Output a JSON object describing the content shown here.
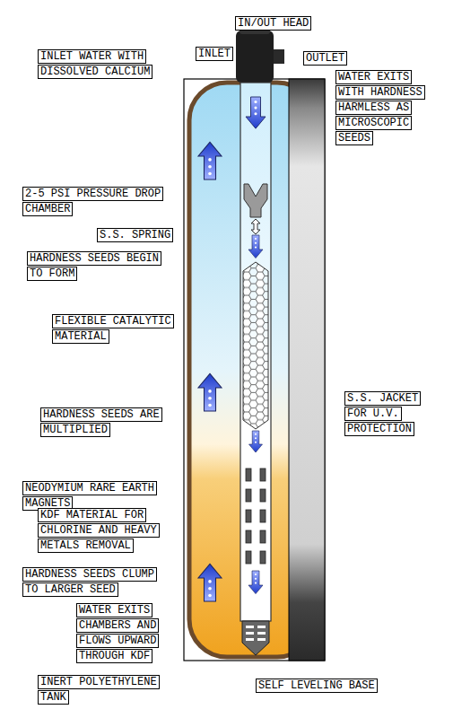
{
  "diagram": {
    "labels": [
      "IN/OUT HEAD",
      "INLET",
      "OUTLET",
      "INLET WATER WITH DISSOLVED CALCIUM",
      "WATER EXITS WITH HARDNESS HARMLESS AS MICROSCOPIC SEEDS",
      "2-5 PSI PRESSURE DROP CHAMBER",
      "S.S. SPRING",
      "HARDNESS SEEDS BEGIN TO FORM",
      "FLEXIBLE CATALYTIC MATERIAL",
      "S.S. JACKET FOR U.V. PROTECTION",
      "HARDNESS SEEDS ARE MULTIPLIED",
      "NEODYMIUM RARE EARTH MAGNETS",
      "KDF MATERIAL FOR CHLORINE AND HEAVY METALS REMOVAL",
      "HARDNESS SEEDS CLUMP TO LARGER SEED",
      "WATER EXITS CHAMBERS AND FLOWS UPWARD THROUGH KDF",
      "INERT POLYETHYLENE TANK",
      "SELF LEVELING BASE"
    ]
  }
}
